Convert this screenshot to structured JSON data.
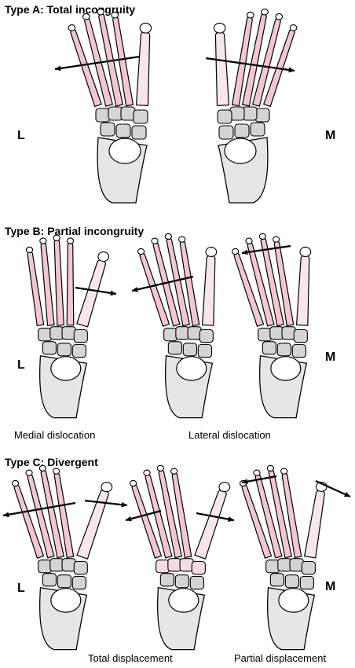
{
  "sections": [
    {
      "title": "Type A: Total incongruity",
      "left_label": "L",
      "right_label": "M",
      "captions": []
    },
    {
      "title": "Type B: Partial incongruity",
      "left_label": "L",
      "right_label": "M",
      "captions": [
        "Medial dislocation",
        "Lateral dislocation"
      ]
    },
    {
      "title": "Type C: Divergent",
      "left_label": "L",
      "right_label": "M",
      "captions": [
        "Total displacement",
        "Partial displacement"
      ]
    }
  ],
  "colors": {
    "metatarsal_fill": "#f0c8d2",
    "bone_fill": "#d4d4d4",
    "calcaneus_fill": "#e6e6e6",
    "outline": "#000000",
    "background": "#ffffff"
  }
}
